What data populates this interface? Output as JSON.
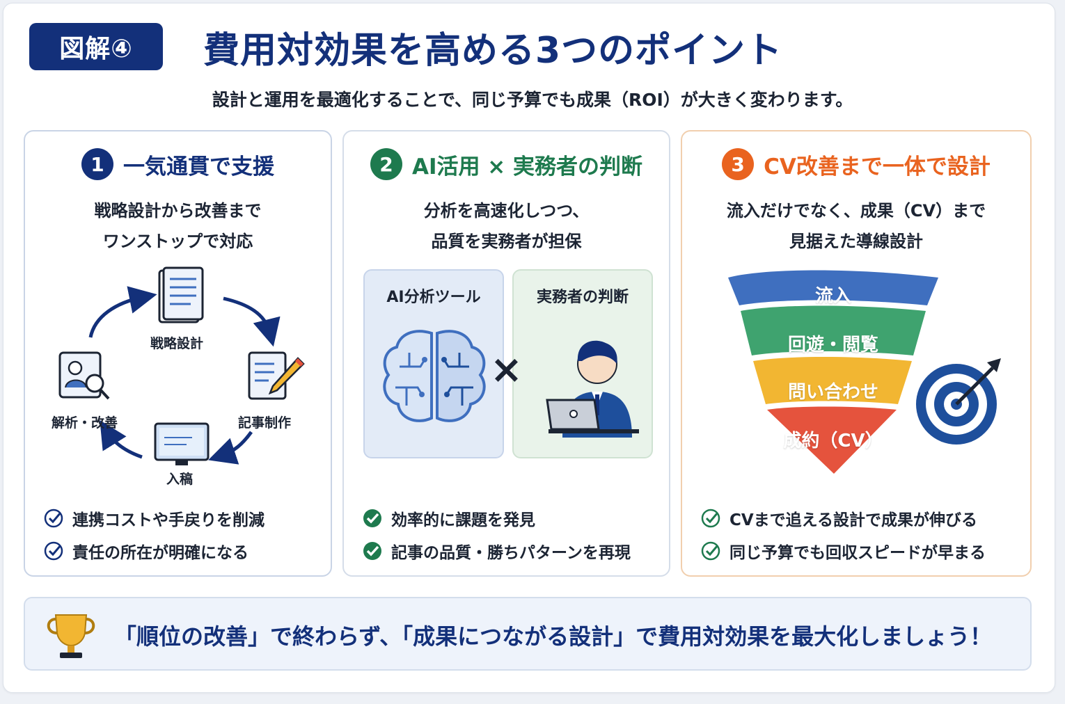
{
  "header": {
    "badge": "図解④",
    "title": "費用対効果を高める3つのポイント",
    "subtitle": "設計と運用を最適化することで、同じ予算でも成果（ROI）が大きく変わります。"
  },
  "colors": {
    "navy": "#13307a",
    "green": "#1e7a4e",
    "orange": "#e9631f",
    "funnel_blue": "#3f6fbf",
    "funnel_green": "#3fa36f",
    "funnel_yellow": "#f2b632",
    "funnel_red": "#e5533d"
  },
  "cards": [
    {
      "number": "1",
      "title": "一気通貫で支援",
      "desc": [
        "戦略設計から改善まで",
        "ワンストップで対応"
      ],
      "cycle": [
        "戦略設計",
        "記事制作",
        "入稿",
        "解析・改善"
      ],
      "checks": [
        "連携コストや手戻りを削減",
        "責任の所在が明確になる"
      ],
      "icons": [
        "document-icon",
        "edit-pencil-icon",
        "monitor-icon",
        "analysis-magnifier-icon",
        "cycle-arrow-icon",
        "check-icon"
      ]
    },
    {
      "number": "2",
      "title": "AI活用 × 実務者の判断",
      "desc": [
        "分析を高速化しつつ、",
        "品質を実務者が担保"
      ],
      "ai_label": "AI分析ツール",
      "human_label": "実務者の判断",
      "times": "×",
      "checks": [
        "効率的に課題を発見",
        "記事の品質・勝ちパターンを再現"
      ],
      "icons": [
        "brain-circuit-icon",
        "person-laptop-icon",
        "check-filled-icon"
      ]
    },
    {
      "number": "3",
      "title": "CV改善まで一体で設計",
      "desc": [
        "流入だけでなく、成果（CV）まで",
        "見据えた導線設計"
      ],
      "funnel": [
        "流入",
        "回遊・閲覧",
        "問い合わせ",
        "成約（CV）"
      ],
      "checks": [
        "CVまで追える設計で成果が伸びる",
        "同じ予算でも回収スピードが早まる"
      ],
      "icons": [
        "funnel-icon",
        "target-arrow-icon",
        "check-icon"
      ]
    }
  ],
  "banner": {
    "text": "「順位の改善」で終わらず、「成果につながる設計」で費用対効果を最大化しましょう！",
    "icon": "trophy-icon"
  }
}
